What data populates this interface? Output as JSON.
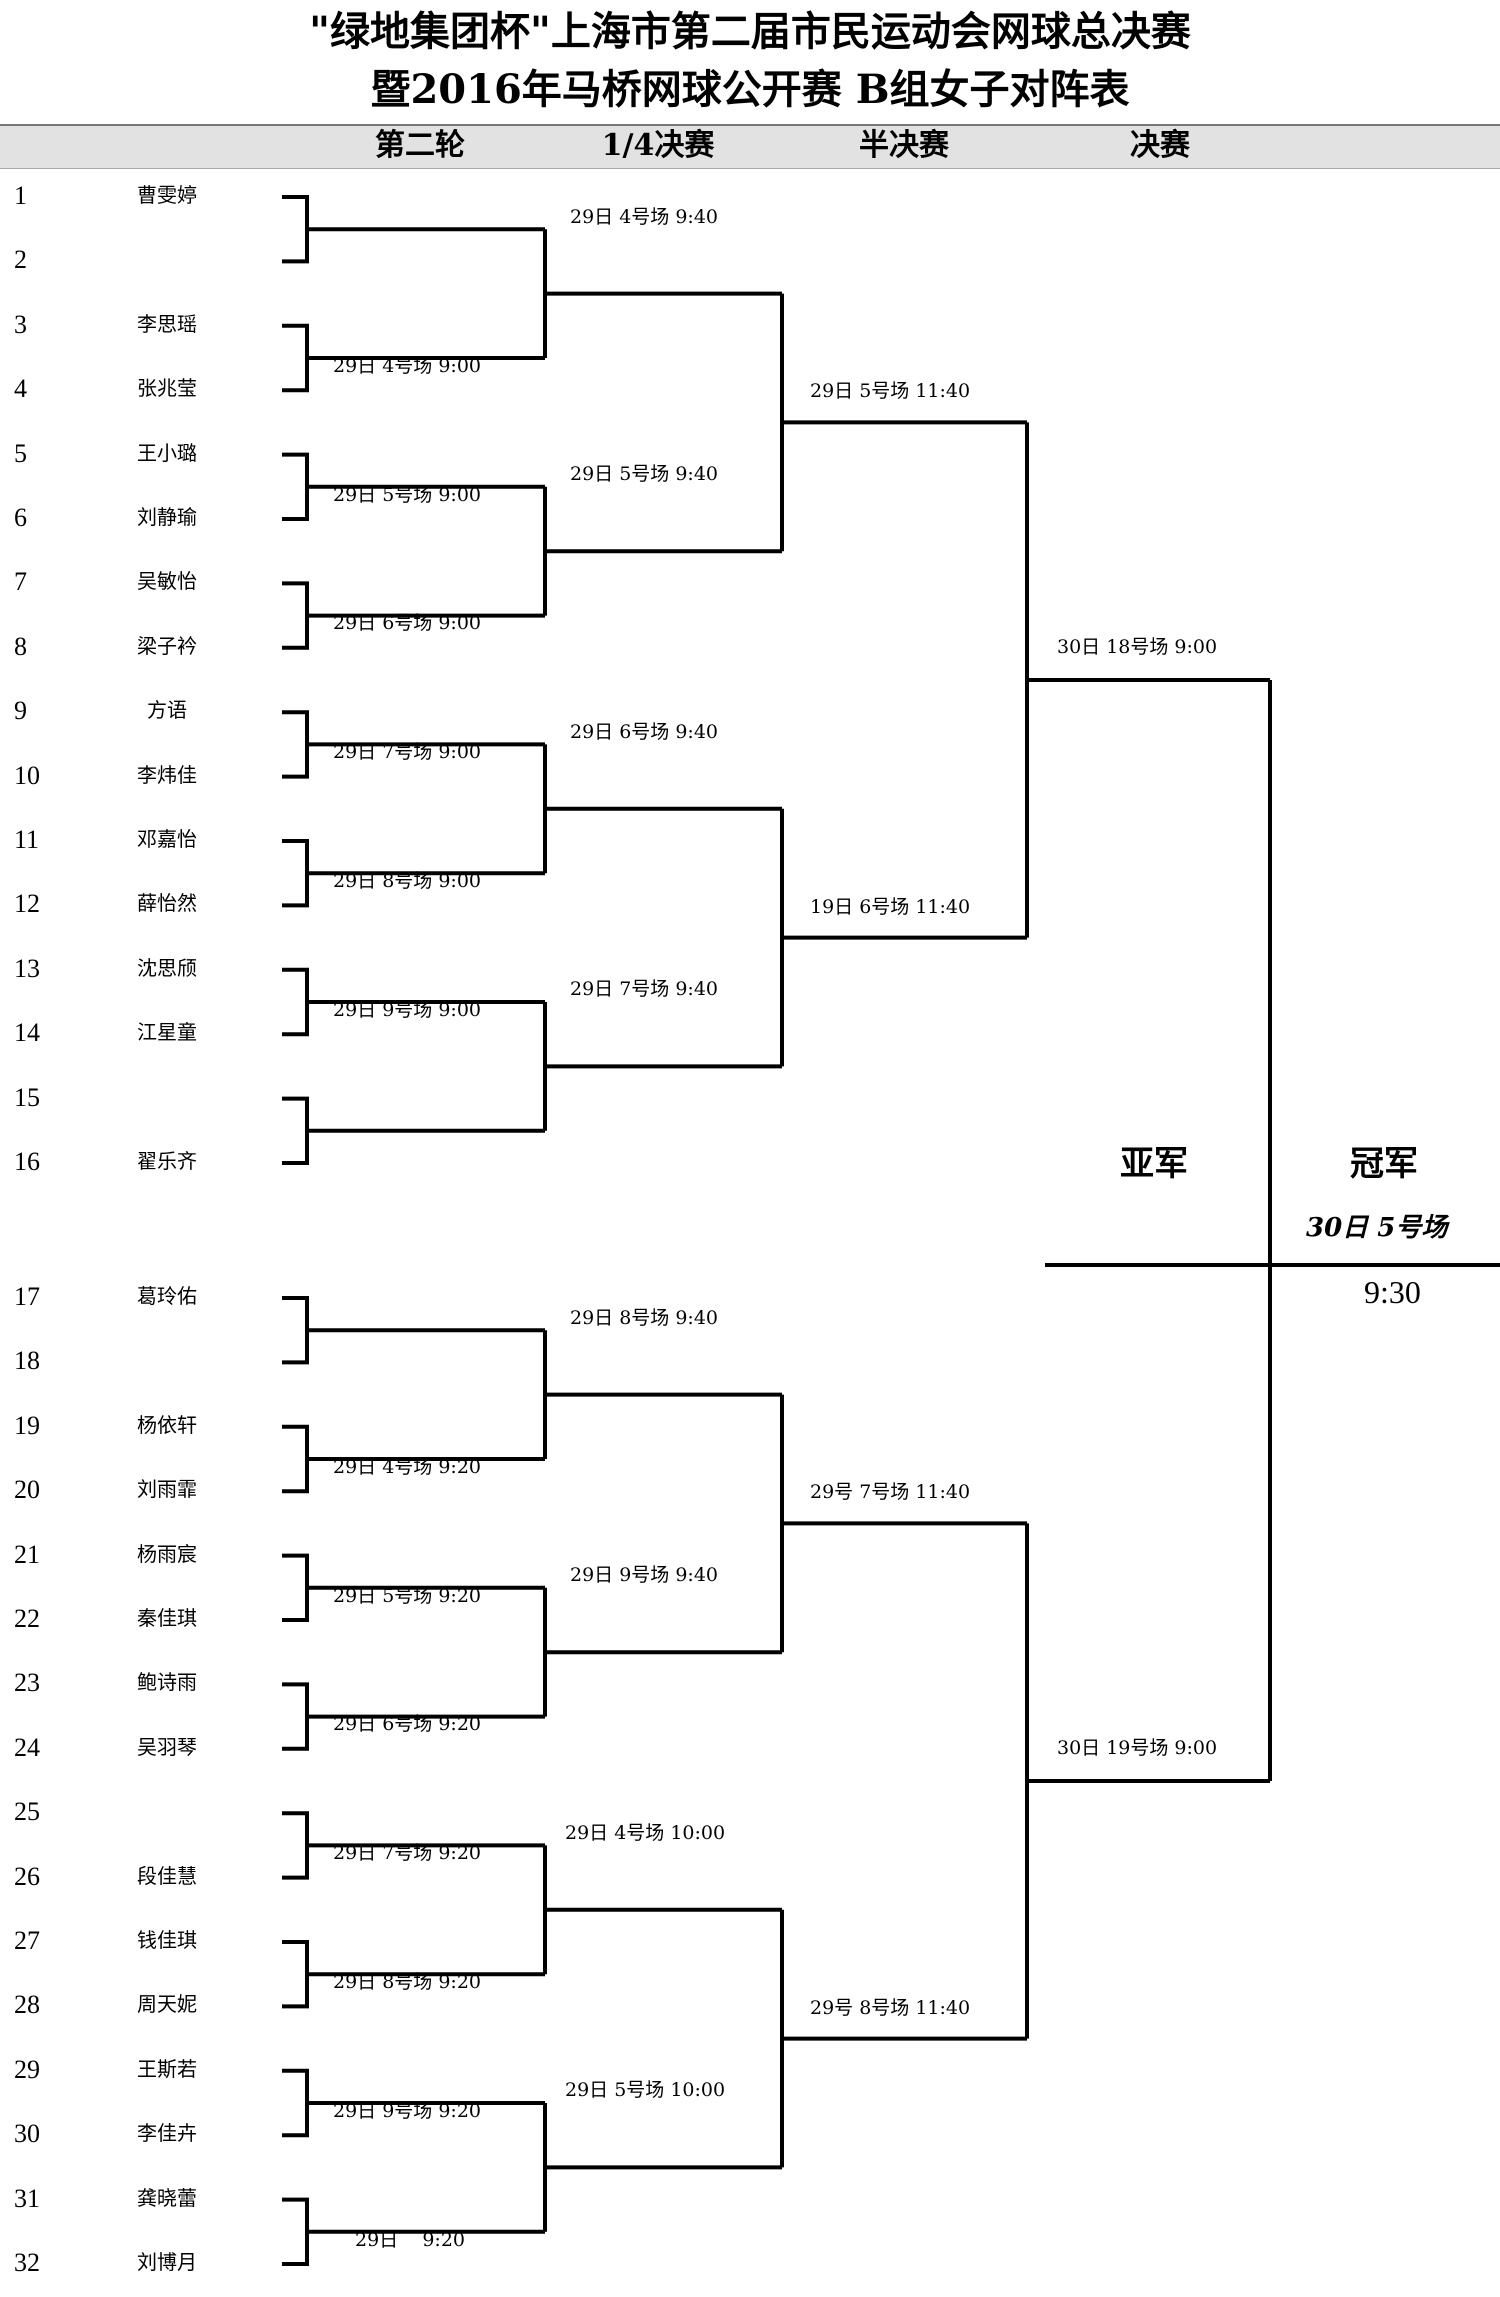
{
  "title": {
    "line1": "\"绿地集团杯\"上海市第二届市民运动会网球总决赛",
    "line2": "暨2016年马桥网球公开赛    B组女子对阵表"
  },
  "rounds": [
    "第二轮",
    "1/4决赛",
    "半决赛",
    "决赛"
  ],
  "players": [
    {
      "seed": "1",
      "name": "曹雯婷"
    },
    {
      "seed": "2",
      "name": ""
    },
    {
      "seed": "3",
      "name": "李思瑶"
    },
    {
      "seed": "4",
      "name": "张兆莹"
    },
    {
      "seed": "5",
      "name": "王小璐"
    },
    {
      "seed": "6",
      "name": "刘静瑜"
    },
    {
      "seed": "7",
      "name": "吴敏怡"
    },
    {
      "seed": "8",
      "name": "梁子衿"
    },
    {
      "seed": "9",
      "name": "方语"
    },
    {
      "seed": "10",
      "name": "李炜佳"
    },
    {
      "seed": "11",
      "name": "邓嘉怡"
    },
    {
      "seed": "12",
      "name": "薛怡然"
    },
    {
      "seed": "13",
      "name": "沈思颀"
    },
    {
      "seed": "14",
      "name": "江星童"
    },
    {
      "seed": "15",
      "name": ""
    },
    {
      "seed": "16",
      "name": "翟乐齐"
    },
    {
      "seed": "17",
      "name": "葛玲佑"
    },
    {
      "seed": "18",
      "name": ""
    },
    {
      "seed": "19",
      "name": "杨依轩"
    },
    {
      "seed": "20",
      "name": "刘雨霏"
    },
    {
      "seed": "21",
      "name": "杨雨宸"
    },
    {
      "seed": "22",
      "name": "秦佳琪"
    },
    {
      "seed": "23",
      "name": "鲍诗雨"
    },
    {
      "seed": "24",
      "name": "吴羽琴"
    },
    {
      "seed": "25",
      "name": ""
    },
    {
      "seed": "26",
      "name": "段佳慧"
    },
    {
      "seed": "27",
      "name": "钱佳琪"
    },
    {
      "seed": "28",
      "name": "周天妮"
    },
    {
      "seed": "29",
      "name": "王斯若"
    },
    {
      "seed": "30",
      "name": "李佳卉"
    },
    {
      "seed": "31",
      "name": "龚晓蕾"
    },
    {
      "seed": "32",
      "name": "刘博月"
    }
  ],
  "round2_matches": [
    "",
    "29日 4号场 9:00",
    "29日 5号场 9:00",
    "29日 6号场 9:00",
    "29日 7号场 9:00",
    "29日 8号场 9:00",
    "29日 9号场 9:00",
    "",
    "",
    "29日 4号场 9:20",
    "29日 5号场 9:20",
    "29日 6号场 9:20",
    "29日 7号场 9:20",
    "29日 8号场 9:20",
    "29日 9号场 9:20",
    "29日    9:20"
  ],
  "qf_matches": [
    "29日 4号场 9:40",
    "29日 5号场 9:40",
    "29日 6号场 9:40",
    "29日 7号场 9:40",
    "29日 8号场 9:40",
    "29日 9号场 9:40",
    "29日 4号场 10:00",
    "29日 5号场 10:00"
  ],
  "sf_matches": [
    "29日 5号场 11:40",
    "19日 6号场 11:40",
    "29号 7号场 11:40",
    "29号 8号场 11:40"
  ],
  "final_matches": [
    "30日 18号场 9:00",
    "30日 19号场 9:00"
  ],
  "final": {
    "runner_up": "亚军",
    "champion": "冠军",
    "schedule": "30日 5号场",
    "time": "9:30"
  }
}
